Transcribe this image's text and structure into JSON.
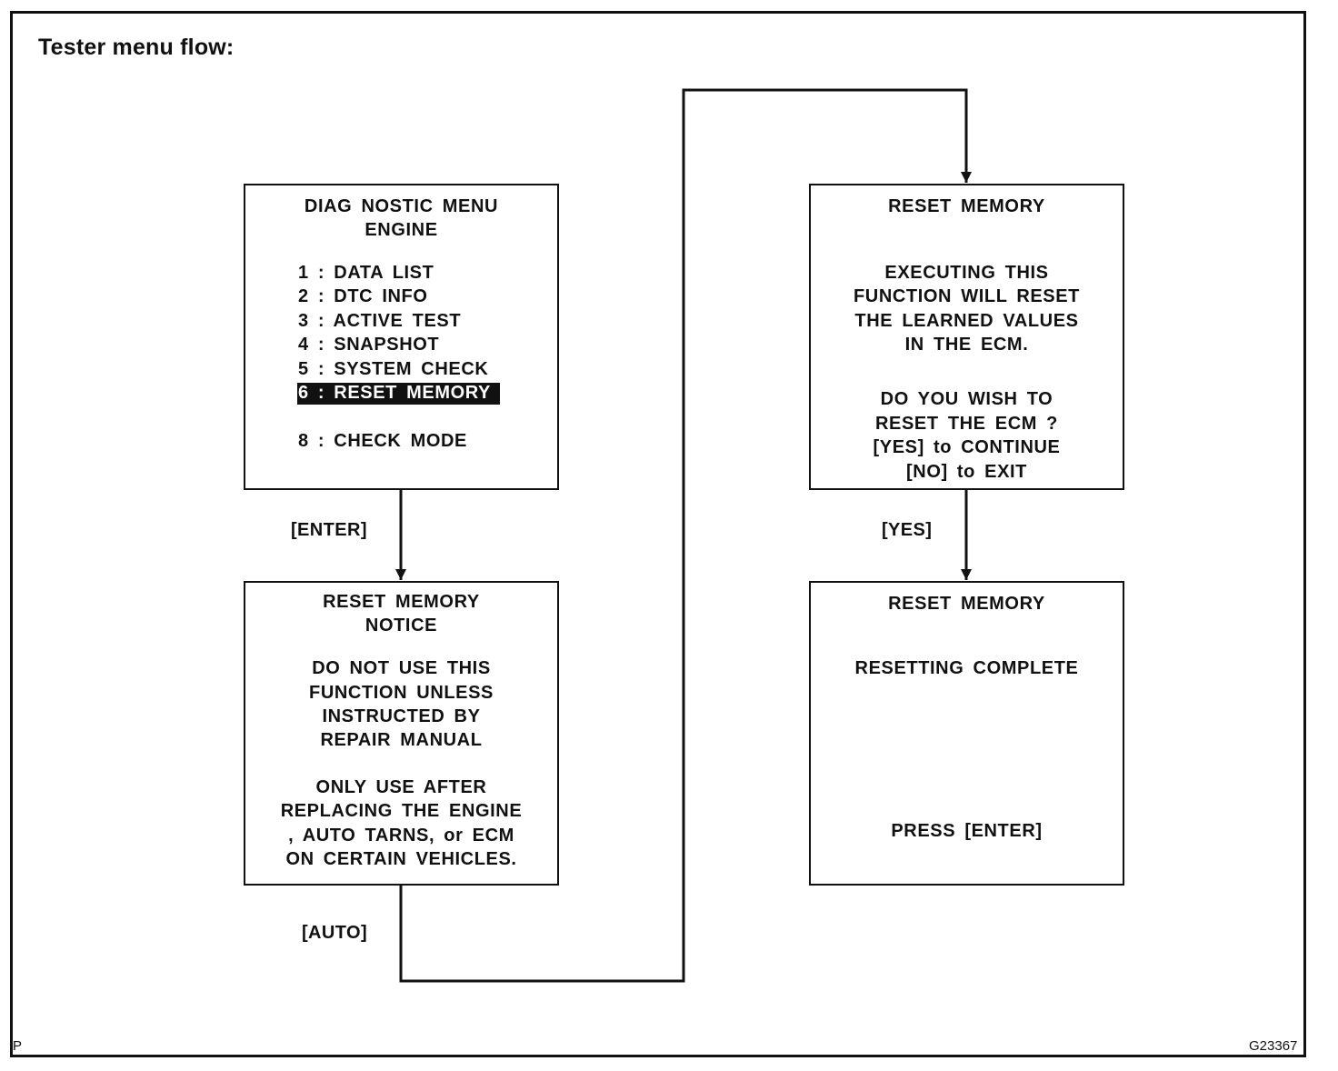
{
  "title": "Tester menu flow:",
  "corner_left": "P",
  "figure_id": "G23367",
  "boxes": {
    "diag": {
      "lines": [
        "DIAG NOSTIC MENU",
        "ENGINE"
      ],
      "items": [
        "1 :  DATA  LIST",
        "2 :  DTC  INFO",
        "3 :  ACTIVE TEST",
        "4 :  SNAPSHOT",
        "5 :  SYSTEM  CHECK",
        "6 :  RESET  MEMORY",
        "8 :  CHECK  MODE"
      ],
      "selected_index": 5
    },
    "notice": {
      "lines": [
        "RESET  MEMORY",
        "NOTICE",
        "DO  NOT  USE  THIS",
        "FUNCTION  UNLESS",
        "INSTRUCTED  BY",
        "REPAIR  MANUAL",
        "ONLY  USE  AFTER",
        "REPLACING  THE  ENGINE",
        ",  AUTO  TARNS,  or  ECM",
        "ON  CERTAIN  VEHICLES."
      ]
    },
    "confirm": {
      "lines": [
        "RESET  MEMORY",
        "EXECUTING  THIS",
        "FUNCTION  WILL  RESET",
        "THE  LEARNED  VALUES",
        "IN  THE  ECM.",
        "DO  YOU  WISH  TO",
        "RESET  THE  ECM ?",
        "[YES]  to  CONTINUE",
        "[NO]  to  EXIT"
      ]
    },
    "complete": {
      "lines": [
        "RESET  MEMORY",
        "RESETTING  COMPLETE",
        "PRESS  [ENTER]"
      ]
    }
  },
  "labels": {
    "enter": "[ENTER]",
    "auto": "[AUTO]",
    "yes": "[YES]"
  }
}
